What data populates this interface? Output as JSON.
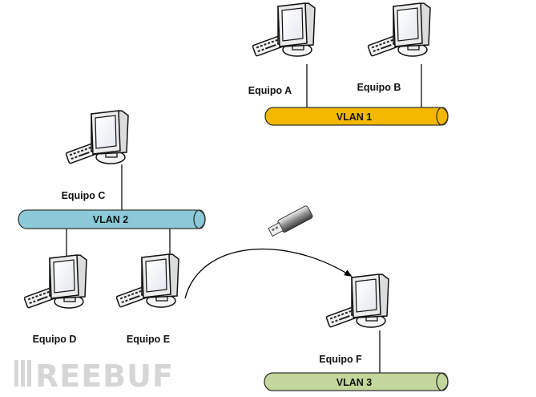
{
  "computers": [
    {
      "id": "A",
      "label": "Equipo A"
    },
    {
      "id": "B",
      "label": "Equipo B"
    },
    {
      "id": "C",
      "label": "Equipo C"
    },
    {
      "id": "D",
      "label": "Equipo D"
    },
    {
      "id": "E",
      "label": "Equipo E"
    },
    {
      "id": "F",
      "label": "Equipo F"
    }
  ],
  "vlans": [
    {
      "id": "1",
      "label": "VLAN 1",
      "color": "#f5b800"
    },
    {
      "id": "2",
      "label": "VLAN 2",
      "color": "#8ccad9"
    },
    {
      "id": "3",
      "label": "VLAN 3",
      "color": "#c3d69b"
    }
  ],
  "icons": {
    "computer": "desktop-computer-icon",
    "usb": "usb-drive-icon"
  },
  "watermark": "REEBUF"
}
